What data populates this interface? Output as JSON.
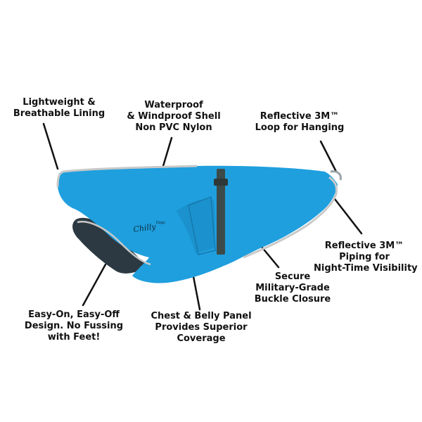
{
  "callouts": {
    "lining": [
      "Lightweight &",
      "Breathable Lining"
    ],
    "shell": [
      "Waterproof",
      "& Windproof Shell",
      "Non PVC Nylon"
    ],
    "loop": [
      "Reflective 3M™",
      "Loop for Hanging"
    ],
    "piping": [
      "Reflective 3M™",
      "Piping for",
      "Night-Time Visibility"
    ],
    "buckle": [
      "Secure",
      "Military-Grade",
      "Buckle Closure"
    ],
    "panel": [
      "Chest & Belly Panel",
      "Provides Superior",
      "Coverage"
    ],
    "easy": [
      "Easy-On, Easy-Off",
      "Design. No Fussing",
      "with Feet!"
    ]
  },
  "logo": {
    "text": "Chilly",
    "superscript": "Dogs"
  },
  "colors": {
    "shell": "#1f9fde",
    "shell_shade": "#1886c0",
    "lining": "#2c3942",
    "reflective": "#c9c9c9",
    "strap": "#3d4a4a",
    "text": "#111111"
  }
}
